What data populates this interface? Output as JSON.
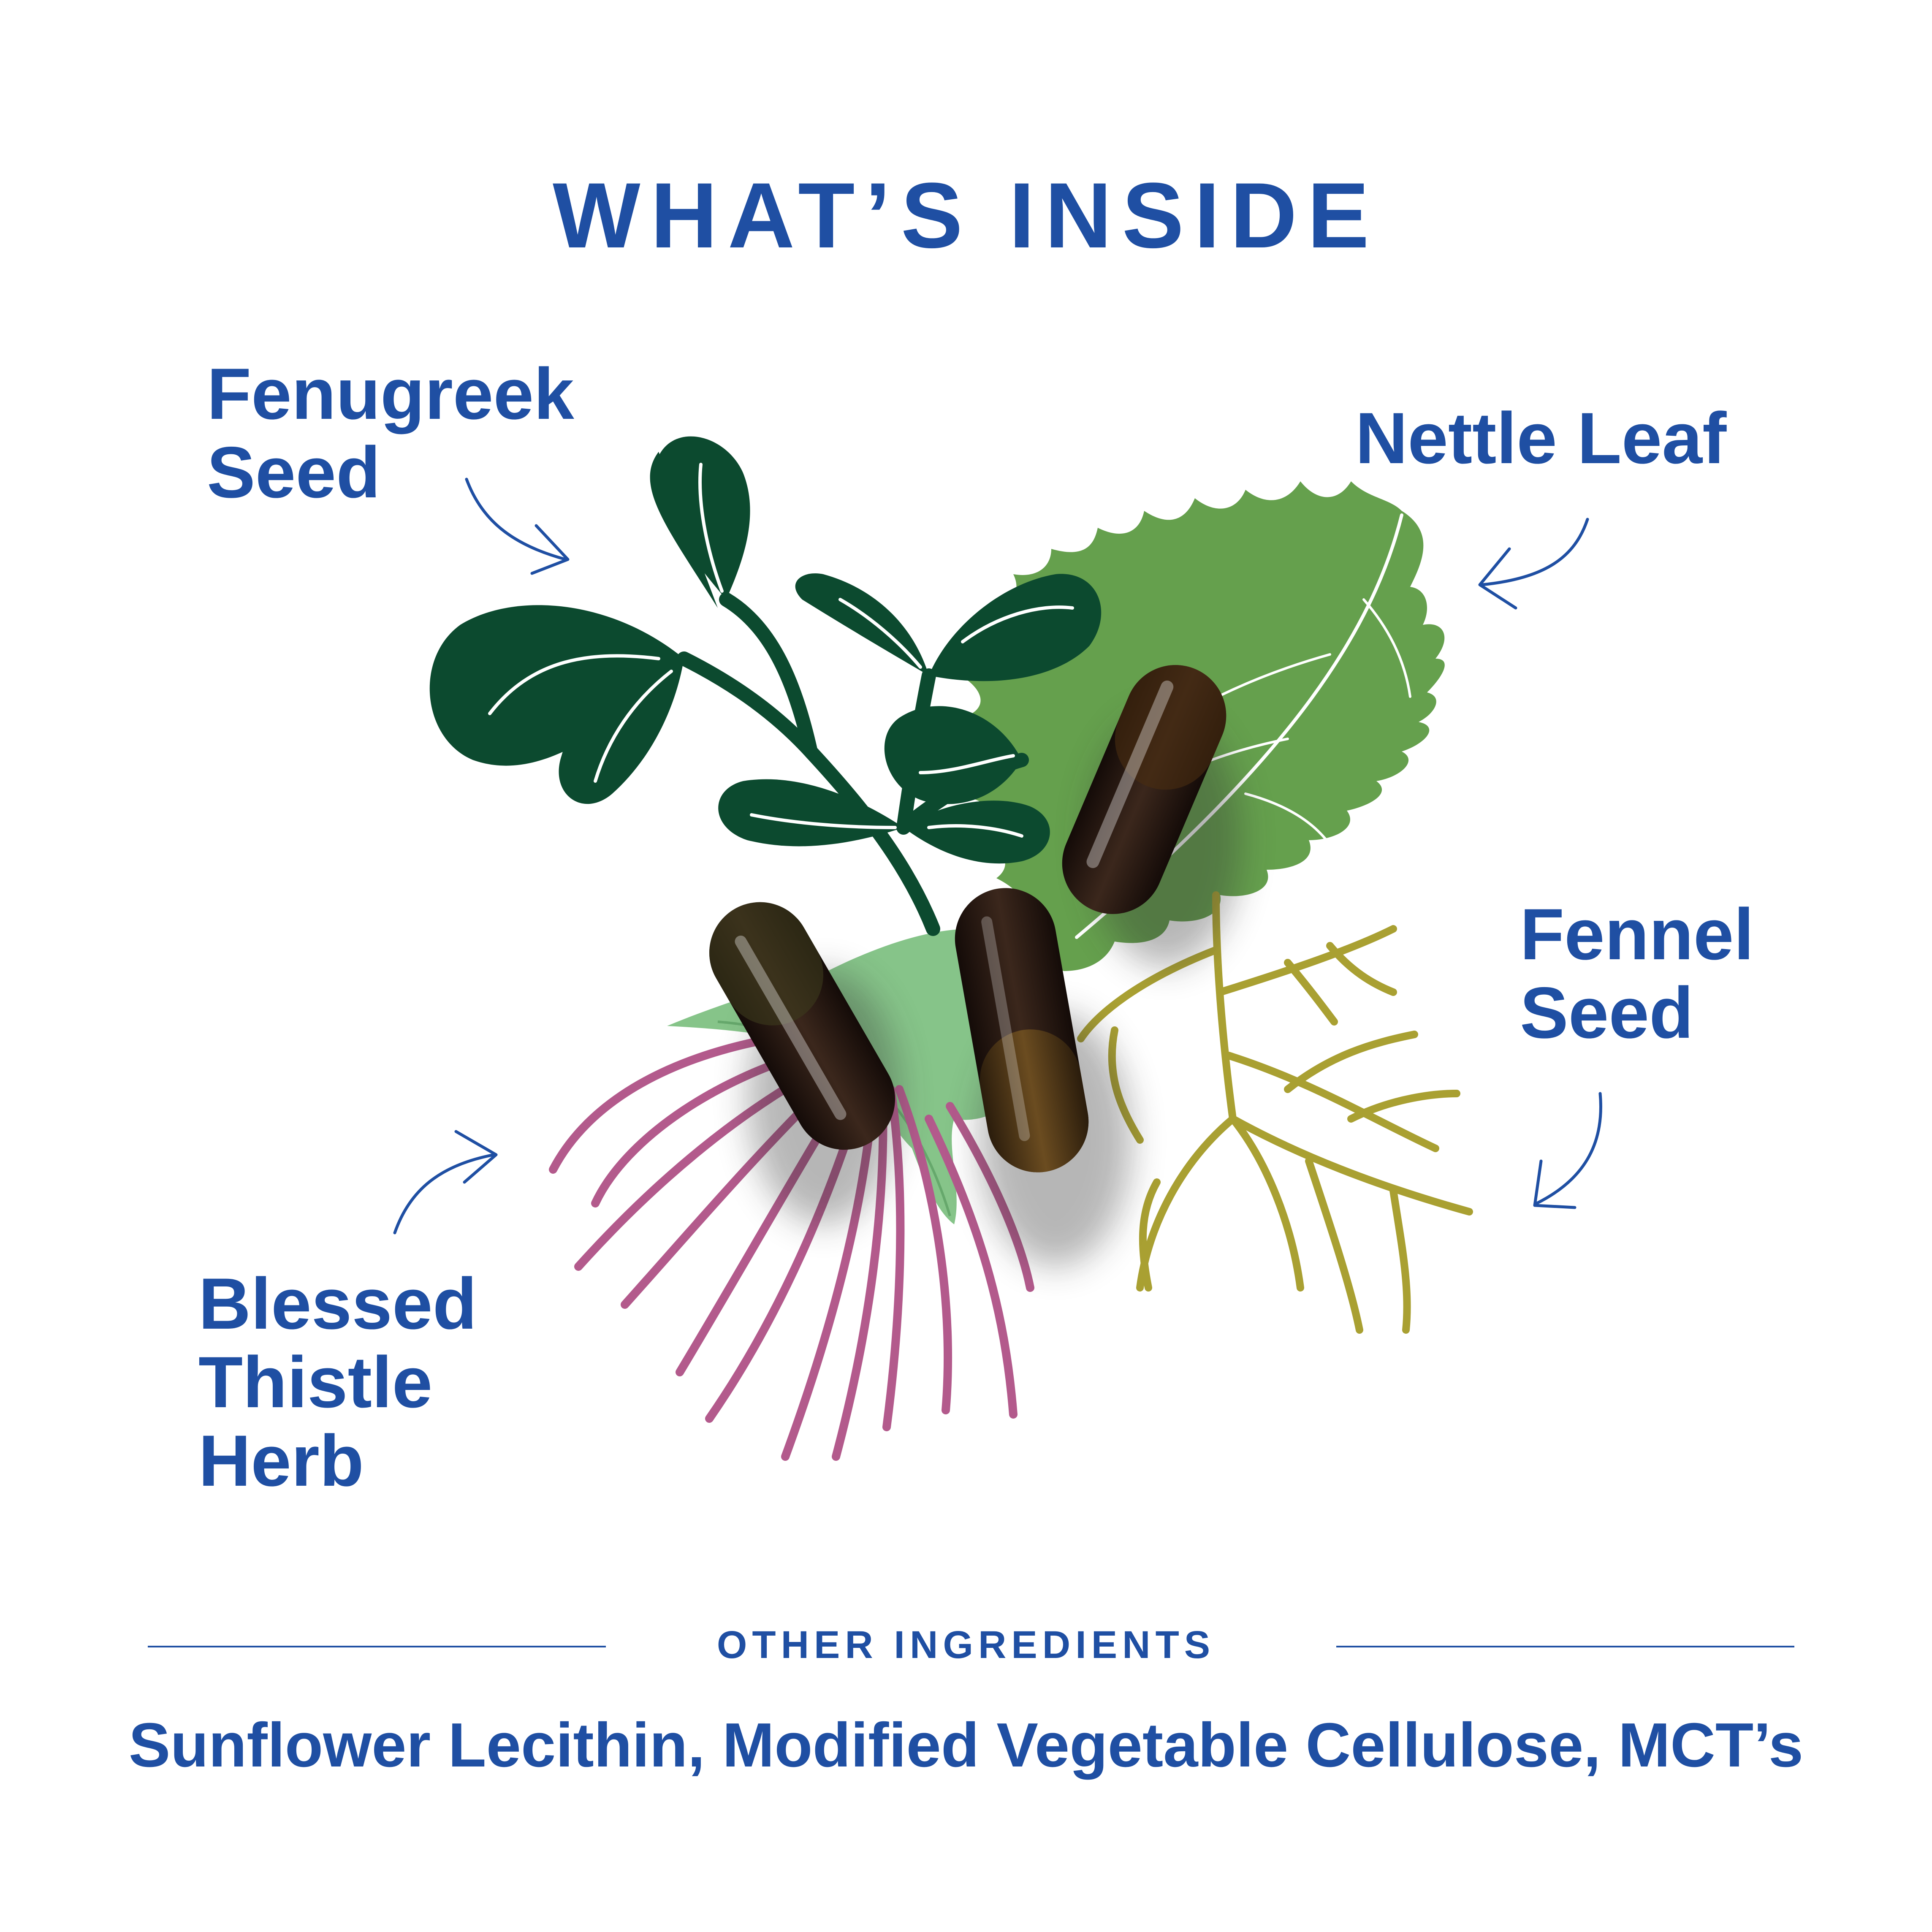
{
  "title": "WHAT’S INSIDE",
  "ingredients": {
    "fenugreek": "Fenugreek\nSeed",
    "nettle": "Nettle Leaf",
    "fennel": "Fennel\nSeed",
    "thistle": "Blessed\nThistle\nHerb"
  },
  "other": {
    "heading": "OTHER INGREDIENTS",
    "list": "Sunflower Lecithin, Modified Vegetable Cellulose, MCT’s"
  },
  "colors": {
    "text": "#1f4fa3",
    "fenugreek": "#0c4a2f",
    "nettle": "#65a04d",
    "thistle_leaf": "#86c489",
    "thistle_flower": "#b35a8c",
    "fennel": "#a9a032",
    "capsule_dark": "#2a1a14",
    "capsule_amber": "#6b4a1c"
  },
  "icons": [
    "arrow-icon",
    "fenugreek-icon",
    "nettle-leaf-icon",
    "fennel-icon",
    "thistle-icon",
    "capsule-icon"
  ]
}
